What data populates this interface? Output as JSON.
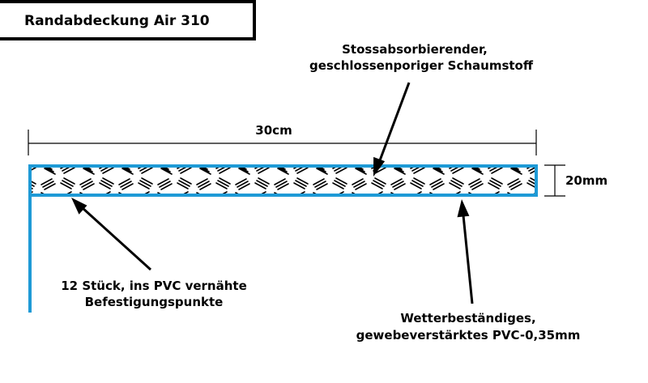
{
  "title": "Randabdeckung Air 310",
  "labels": {
    "foam_line1": "Stossabsorbierender,",
    "foam_line2": "geschlossenporiger Schaumstoff",
    "width": "30cm",
    "height": "20mm",
    "points_line1": "12 Stück, ins PVC vernähte",
    "points_line2": "Befestigungspunkte",
    "pvc_line1": "Wetterbeständiges,",
    "pvc_line2": "gewebeverstärktes PVC-0,35mm"
  },
  "colors": {
    "pvc_outline": "#1e9ad6",
    "ink": "#000000",
    "foam_background": "#ffffff"
  }
}
